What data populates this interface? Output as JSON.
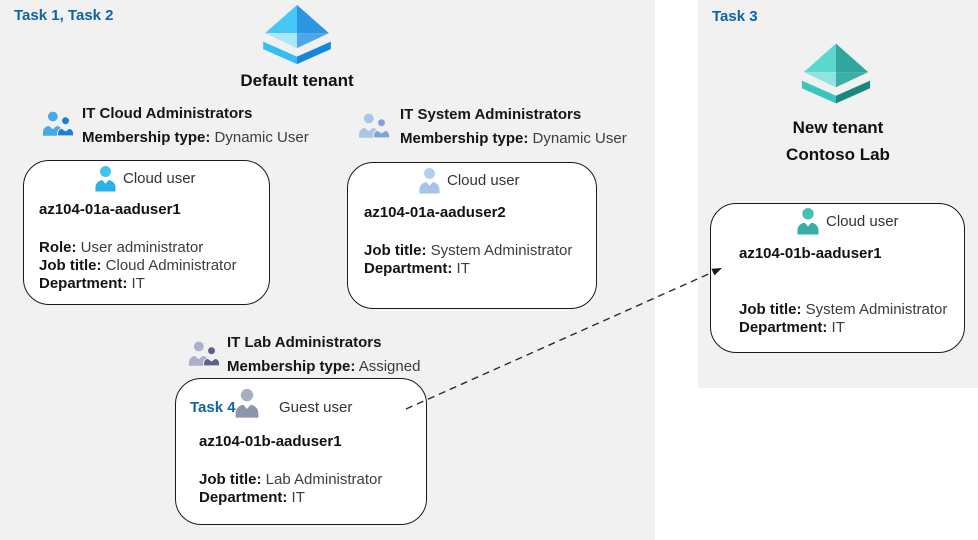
{
  "left_panel": {
    "task_label": "Task 1, Task 2",
    "tenant_title": "Default tenant"
  },
  "right_panel": {
    "task_label": "Task 3",
    "tenant_title_line1": "New tenant",
    "tenant_title_line2": "Contoso Lab"
  },
  "groups": [
    {
      "name": "IT Cloud Administrators",
      "membership_label": "Membership type:",
      "membership_value": "Dynamic User"
    },
    {
      "name": "IT System Administrators",
      "membership_label": "Membership type:",
      "membership_value": "Dynamic User"
    },
    {
      "name": "IT Lab Administrators",
      "membership_label": "Membership type:",
      "membership_value": "Assigned"
    }
  ],
  "users": [
    {
      "type_label": "Cloud user",
      "name": "az104-01a-aaduser1",
      "attrs": [
        {
          "label": "Role:",
          "value": "User administrator"
        },
        {
          "label": "Job title:",
          "value": "Cloud Administrator"
        },
        {
          "label": "Department:",
          "value": "IT"
        }
      ]
    },
    {
      "type_label": "Cloud user",
      "name": "az104-01a-aaduser2",
      "attrs": [
        {
          "label": "Job title:",
          "value": "System Administrator"
        },
        {
          "label": "Department:",
          "value": "IT"
        }
      ]
    },
    {
      "task_label": "Task 4",
      "type_label": "Guest user",
      "name": "az104-01b-aaduser1",
      "attrs": [
        {
          "label": "Job title:",
          "value": "Lab Administrator"
        },
        {
          "label": "Department:",
          "value": "IT"
        }
      ]
    },
    {
      "type_label": "Cloud user",
      "name": "az104-01b-aaduser1",
      "attrs": [
        {
          "label": "Job title:",
          "value": "System Administrator"
        },
        {
          "label": "Department:",
          "value": "IT"
        }
      ]
    }
  ],
  "icons": {
    "default_tenant_icon": "azure-ad-tenant-pyramid-blue",
    "new_tenant_icon": "azure-ad-tenant-pyramid-teal",
    "group_icon": "two-people-group-icon",
    "user_icon": "person-silhouette-icon",
    "connector": "dashed-arrow"
  },
  "colors": {
    "task_label_blue": "#0f63a5",
    "panel_background": "#f1f1f2",
    "box_border": "#1a1a1a",
    "cloud_user_icon_cyan": "#29b2e8",
    "cloud_user_icon_steel": "#a6c4e8",
    "guest_user_icon_gray": "#8e94ac",
    "cloud_user_icon_teal": "#35aea6",
    "tenant_icon_blue": "#2b96e2",
    "tenant_icon_teal": "#2fa79e"
  }
}
